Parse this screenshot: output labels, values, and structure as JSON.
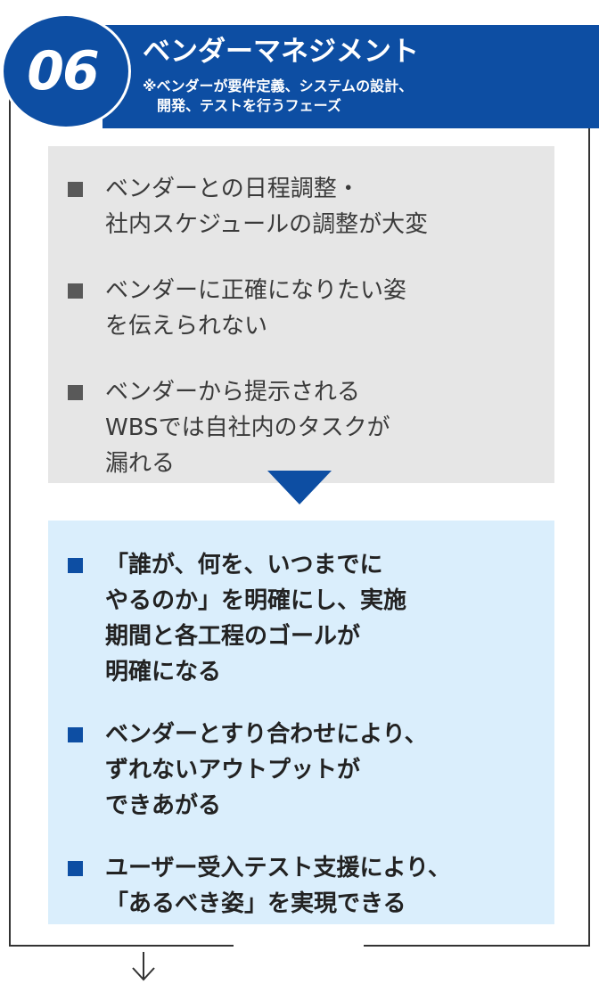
{
  "header": {
    "number": "06",
    "title": "ベンダーマネジメント",
    "note": "※ベンダーが要件定義、システムの設計、\n　開発、テストを行うフェーズ"
  },
  "before": {
    "items": [
      "ベンダーとの日程調整・\n社内スケジュールの調整が大変",
      "ベンダーに正確になりたい姿\nを伝えられない",
      "ベンダーから提示される\nWBSでは自社内のタスクが\n漏れる"
    ]
  },
  "after": {
    "items": [
      "「誰が、何を、いつまでに\nやるのか」を明確にし、実施\n期間と各工程のゴールが\n明確になる",
      "ベンダーとすり合わせにより、\nずれないアウトプットが\nできあがる",
      "ユーザー受入テスト支援により、\n「あるべき姿」を実現できる"
    ]
  },
  "colors": {
    "brand_blue": "#0d4ea3",
    "before_bg": "#e6e6e6",
    "after_bg": "#daeefc",
    "line": "#333333"
  },
  "icons": [
    "down-triangle-icon",
    "down-arrow-icon"
  ]
}
